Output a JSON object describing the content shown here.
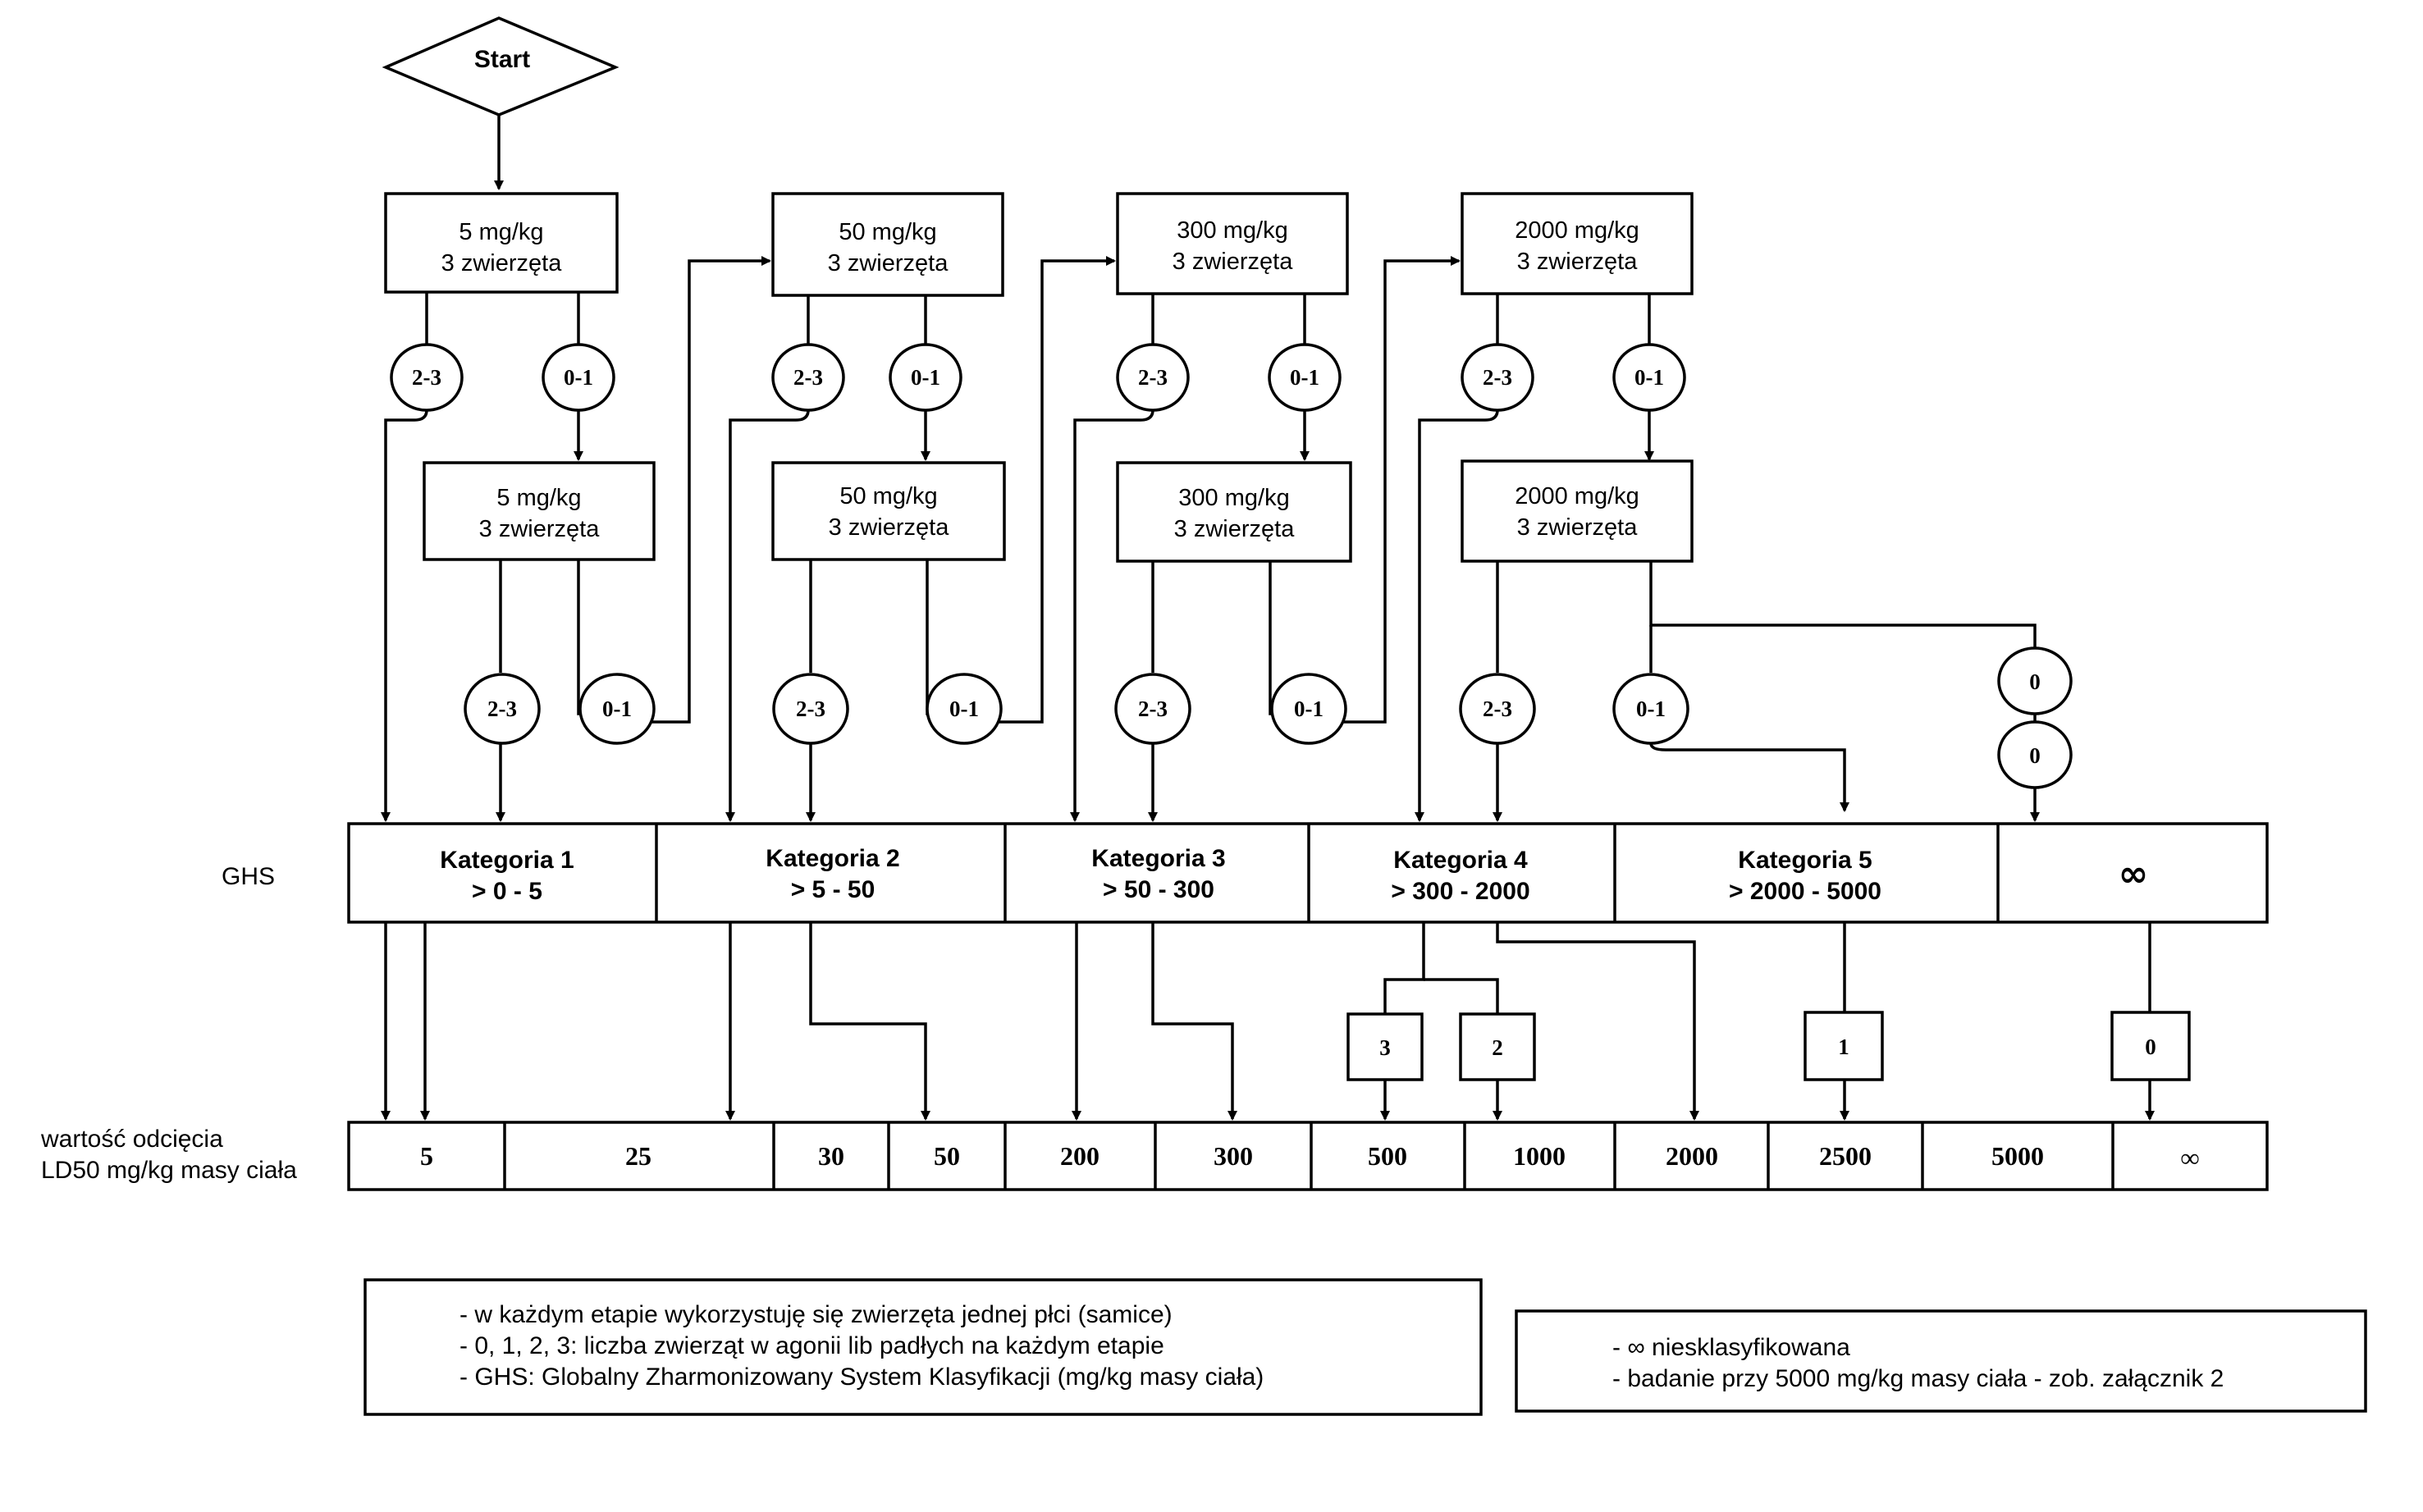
{
  "start": "Start",
  "dose_boxes": {
    "d5a": [
      "5 mg/kg",
      "3 zwierzęta"
    ],
    "d5b": [
      "5 mg/kg",
      "3 zwierzęta"
    ],
    "d50a": [
      "50 mg/kg",
      "3 zwierzęta"
    ],
    "d50b": [
      "50 mg/kg",
      "3 zwierzęta"
    ],
    "d300a": [
      "300 mg/kg",
      "3 zwierzęta"
    ],
    "d300b": [
      "300 mg/kg",
      "3 zwierzęta"
    ],
    "d2000a": [
      "2000 mg/kg",
      "3 zwierzęta"
    ],
    "d2000b": [
      "2000 mg/kg",
      "3 zwierzęta"
    ]
  },
  "outcome_labels": {
    "high": "2-3",
    "low": "0-1",
    "zero": "0"
  },
  "ghs_label": "GHS",
  "categories": [
    {
      "name": "Kategoria 1",
      "range": "> 0 - 5"
    },
    {
      "name": "Kategoria 2",
      "range": "> 5 - 50"
    },
    {
      "name": "Kategoria 3",
      "range": "> 50 - 300"
    },
    {
      "name": "Kategoria 4",
      "range": "> 300 - 2000"
    },
    {
      "name": "Kategoria 5",
      "range": "> 2000 - 5000"
    },
    {
      "name": "∞",
      "range": ""
    }
  ],
  "small_boxes": [
    "3",
    "2",
    "1",
    "0"
  ],
  "cutoff_label": [
    "wartość odcięcia",
    "LD50 mg/kg masy ciała"
  ],
  "cutoff_values": [
    "5",
    "25",
    "30",
    "50",
    "200",
    "300",
    "500",
    "1000",
    "2000",
    "2500",
    "5000",
    "∞"
  ],
  "notes_left": [
    "- w każdym etapie wykorzystuję się zwierzęta jednej płci (samice)",
    "- 0, 1, 2, 3: liczba zwierząt w agonii lib padłych na każdym etapie",
    "- GHS: Globalny Zharmonizowany System Klasyfikacji (mg/kg masy ciała)"
  ],
  "notes_right": [
    "- ∞ niesklasyfikowana",
    "- badanie przy 5000 mg/kg masy ciała - zob. załącznik 2"
  ]
}
